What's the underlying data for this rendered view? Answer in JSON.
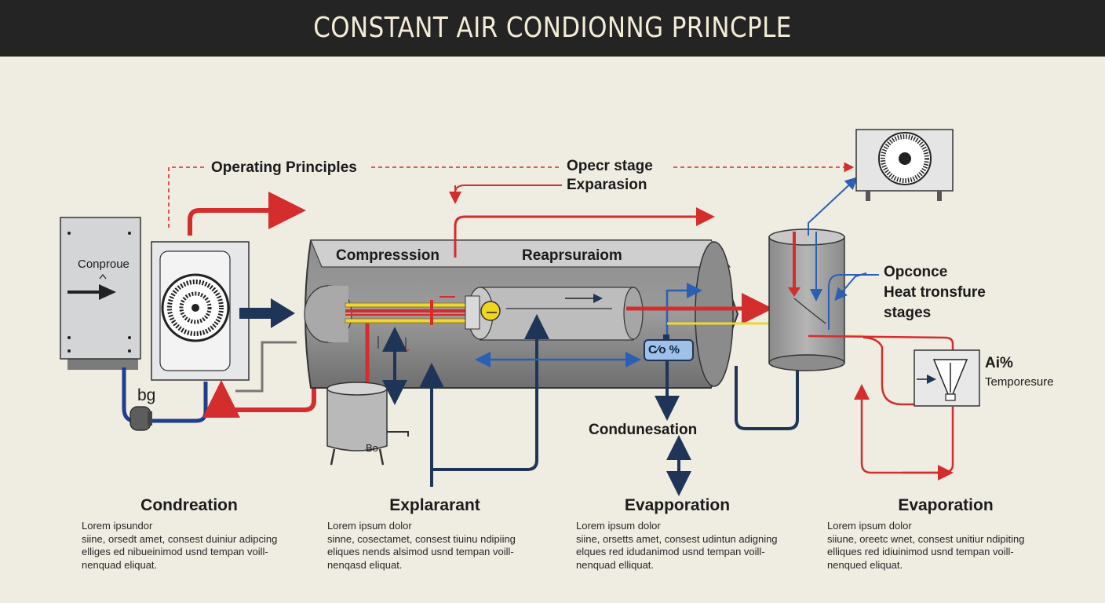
{
  "title": "CONSTANT AIR CONDIONNG PRINCPLE",
  "labels": {
    "operating_principles": "Operating Principles",
    "opecr_stage": "Opecr stage",
    "exparasion": "Exparasion",
    "conproue": "Conproue",
    "compresssion": "Compresssion",
    "reaprsuraiom": "Reaprsuraiom",
    "opconce": "Opconce",
    "heat_tronsfure": "Heat tronsfure",
    "stages": "stages",
    "air": "Ai%",
    "temperesure": "Temporesure",
    "bg": "bg",
    "bo": "Bo",
    "condunesation": "Condunesation",
    "gauge": "C⁄o  %"
  },
  "sections": [
    {
      "title": "Condreation",
      "lines": [
        "Lorem ipsundor",
        "siine, orsedt amet, consest duiniur adipcing",
        "elliges ed nibueinimod usnd tempan voill-",
        "nenquad eliquat."
      ]
    },
    {
      "title": "Explararant",
      "lines": [
        "Lorem ipsum dolor",
        "sinne, cosectamet, consest tiuinu ndipiing",
        "eliques nends alsimod usnd tempan voill-",
        "nenqasd eliquat."
      ]
    },
    {
      "title": "Evapporation",
      "lines": [
        "Lorem ipsum dolor",
        "siine, orsetts amet, consest udintun adigning",
        "elques red idudanimod usnd tempan voill-",
        "nenquad elliquat."
      ]
    },
    {
      "title": "Evaporation",
      "lines": [
        "Lorem ipsum dolor",
        "siiune, oreetc wnet, consest unitiur ndipiting",
        "elliques red idiuinimod usnd tempan voill-",
        "nenqued eliquat."
      ]
    }
  ],
  "colors": {
    "red": "#d42d2d",
    "navy": "#1f3557",
    "blue": "#2b5fb3",
    "yellow": "#eed63a",
    "gray": "#8c8c8c",
    "title_bg": "#242424"
  }
}
